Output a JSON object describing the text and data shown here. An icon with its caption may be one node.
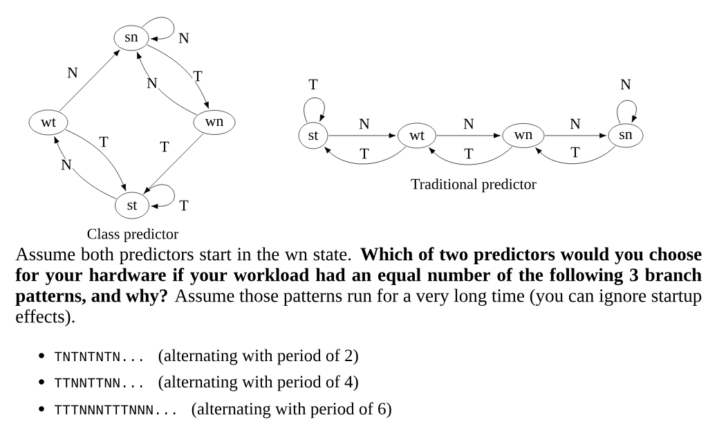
{
  "diagram": {
    "nodes": [
      {
        "text": [
          "sn"
        ]
      },
      {
        "text": [
          "wt"
        ]
      },
      {
        "text": [
          "wn"
        ]
      },
      {
        "text": [
          "st"
        ]
      },
      {
        "text": [
          "st"
        ]
      },
      {
        "text": [
          "wt"
        ]
      },
      {
        "text": [
          "wn"
        ]
      },
      {
        "text": [
          "sn"
        ]
      }
    ],
    "edges": [
      {
        "from": 1,
        "to": 0,
        "arrow": "to",
        "label": "N"
      },
      {
        "from": 0,
        "to": 0,
        "arrow": "to",
        "label": "N"
      },
      {
        "from": 0,
        "to": 2,
        "arrow": "to",
        "label": "T"
      },
      {
        "from": 2,
        "to": 0,
        "arrow": "to",
        "label": "N"
      },
      {
        "from": 1,
        "to": 3,
        "arrow": "to",
        "label": "T"
      },
      {
        "from": 3,
        "to": 1,
        "arrow": "to",
        "label": "N"
      },
      {
        "from": 2,
        "to": 3,
        "arrow": "to",
        "label": "T"
      },
      {
        "from": 3,
        "to": 3,
        "arrow": "to",
        "label": "T"
      },
      {
        "from": 4,
        "to": 4,
        "arrow": "to",
        "label": "T"
      },
      {
        "from": 4,
        "to": 5,
        "arrow": "to",
        "label": "N"
      },
      {
        "from": 5,
        "to": 6,
        "arrow": "to",
        "label": "N"
      },
      {
        "from": 6,
        "to": 7,
        "arrow": "to",
        "label": "N"
      },
      {
        "from": 7,
        "to": 7,
        "arrow": "to",
        "label": "N"
      },
      {
        "from": 5,
        "to": 4,
        "arrow": "to",
        "label": "T"
      },
      {
        "from": 6,
        "to": 5,
        "arrow": "to",
        "label": "T"
      },
      {
        "from": 7,
        "to": 6,
        "arrow": "to",
        "label": "T"
      }
    ],
    "labels": [
      "Traditional predictor",
      "Class predictor",
      "Assume both predictors start in the wn state. **Which of two predictors would you choose for your hardware if your workload had an equal number of the following 3 branch patterns, and why?** Assume those patterns run for a very long time (you can ignore startup effects).",
      "TNTNTNTN...",
      "(alternating with period of 2)",
      "TTNNTTNN...",
      "(alternating with period of 4)",
      "TTTNNNTTTNNN...",
      "(alternating with period of 6)"
    ]
  }
}
